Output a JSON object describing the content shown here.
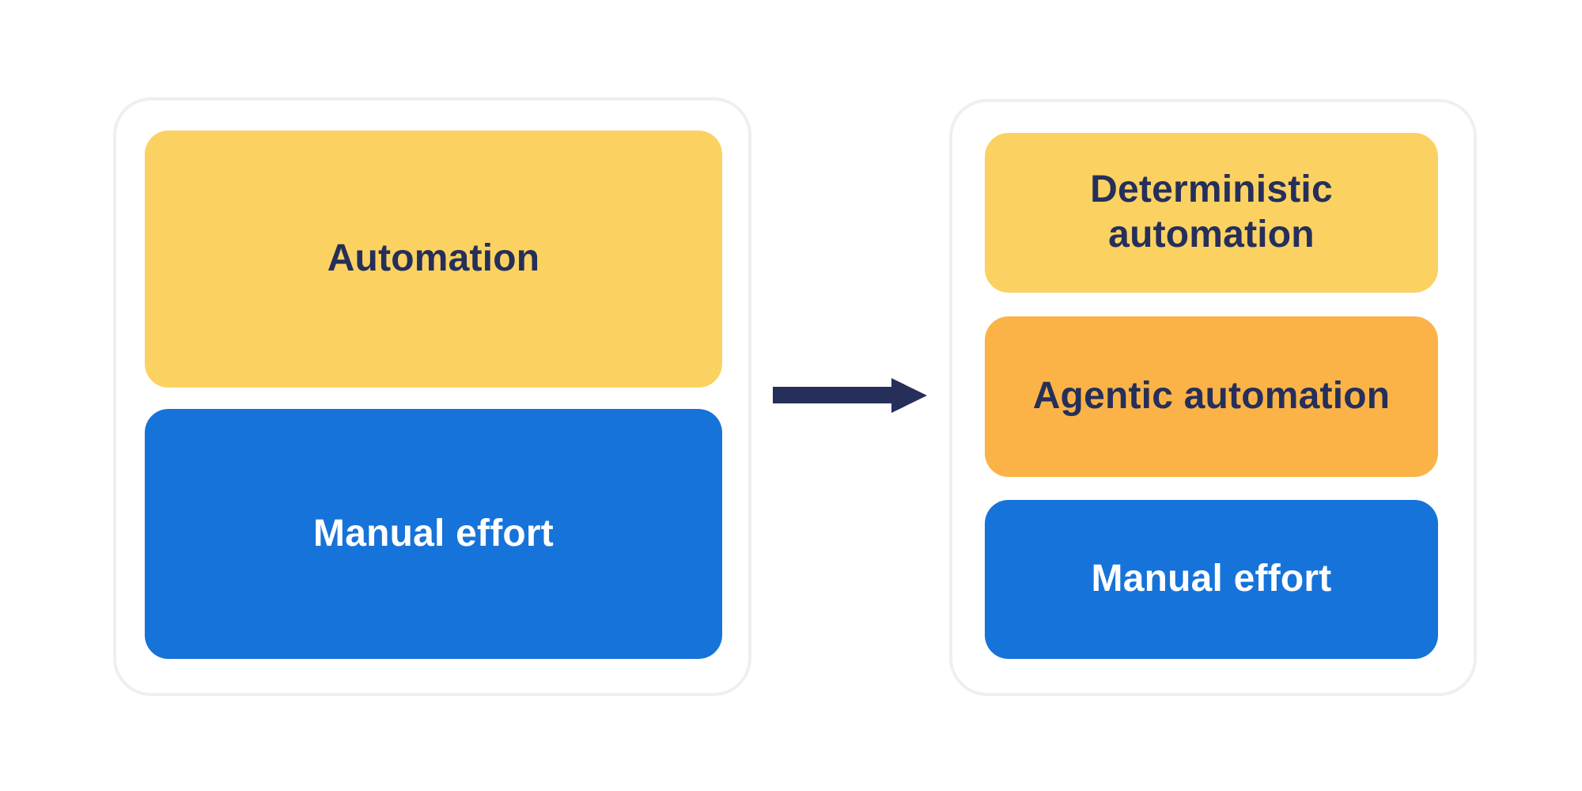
{
  "diagram": {
    "background_color": "#ffffff",
    "panel_border_color": "#efeff1",
    "left_panel": {
      "boxes": [
        {
          "label": "Automation",
          "bg": "#fbd261",
          "text_color": "#252f5a"
        },
        {
          "label": "Manual effort",
          "bg": "#1673d9",
          "text_color": "#ffffff"
        }
      ]
    },
    "arrow": {
      "icon": "right-arrow-icon",
      "direction": "right",
      "color": "#252f5a"
    },
    "right_panel": {
      "boxes": [
        {
          "label": "Deterministic automation",
          "bg": "#fbd261",
          "text_color": "#252f5a"
        },
        {
          "label": "Agentic automation",
          "bg": "#fbb347",
          "text_color": "#252f5a"
        },
        {
          "label": "Manual effort",
          "bg": "#1673d9",
          "text_color": "#ffffff"
        }
      ]
    }
  }
}
